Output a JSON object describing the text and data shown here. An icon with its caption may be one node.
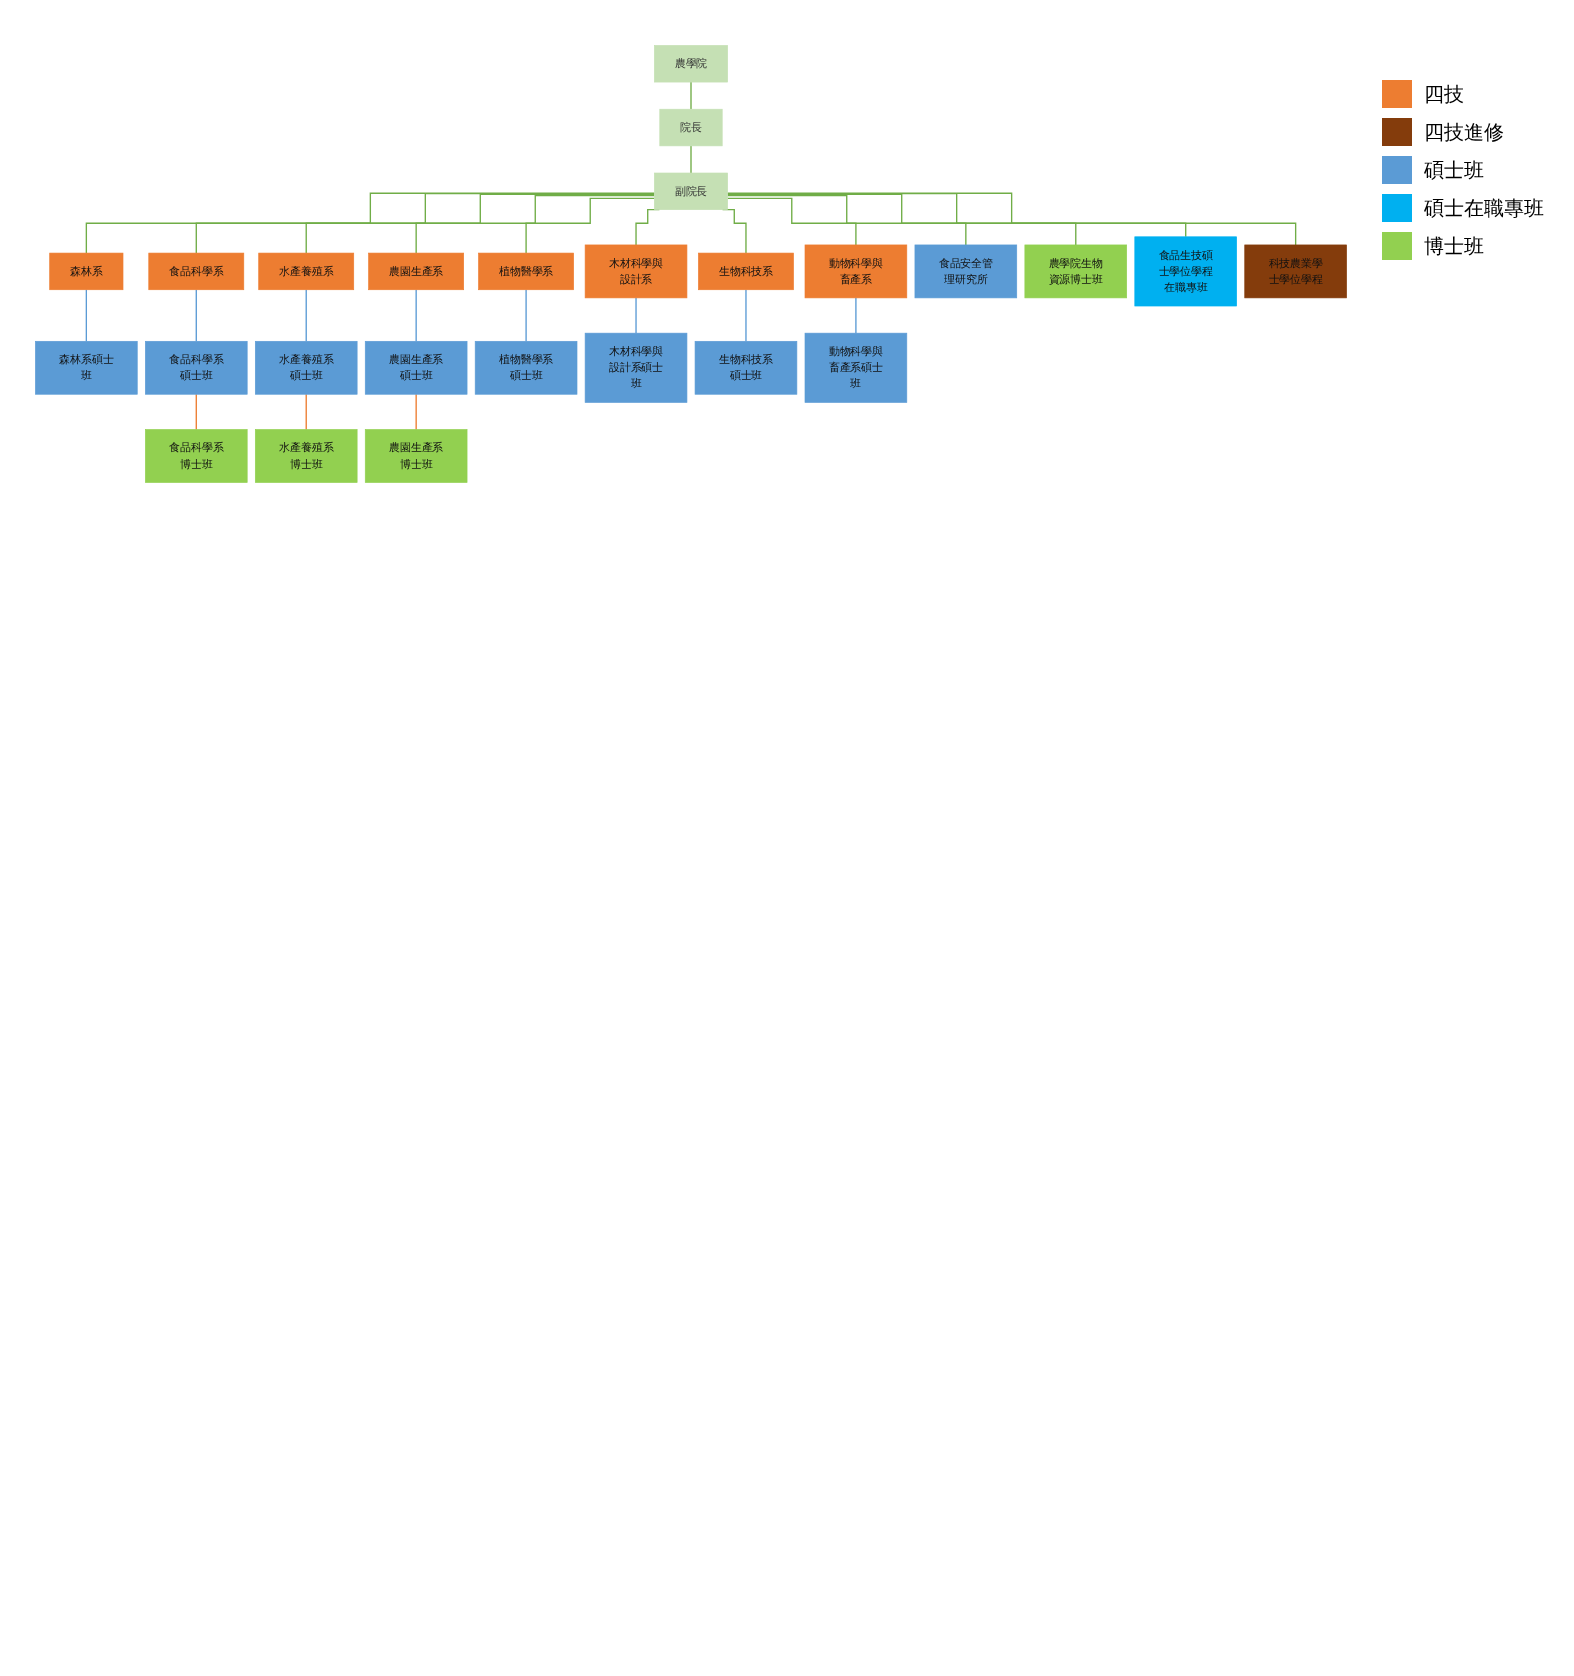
{
  "diagram": {
    "nodes": [
      {
        "text": [
          "農學院"
        ]
      },
      {
        "text": [
          "院長"
        ]
      },
      {
        "text": [
          "副院長"
        ]
      },
      {
        "text": [
          "森林系"
        ]
      },
      {
        "text": [
          "食品科學系"
        ]
      },
      {
        "text": [
          "水產養殖系"
        ]
      },
      {
        "text": [
          "農園生產系"
        ]
      },
      {
        "text": [
          "植物醫學系"
        ]
      },
      {
        "text": [
          "木材科學與設計系"
        ]
      },
      {
        "text": [
          "生物科技系"
        ]
      },
      {
        "text": [
          "動物科學與畜產系"
        ]
      },
      {
        "text": [
          "食品安全管理研究所"
        ]
      },
      {
        "text": [
          "農學院生物資源博士班"
        ]
      },
      {
        "text": [
          "食品生技碩士學位學程在職專班"
        ]
      },
      {
        "text": [
          "科技農業學士學位學程"
        ]
      },
      {
        "text": [
          "森林系碩士班"
        ]
      },
      {
        "text": [
          "食品科學系碩士班"
        ]
      },
      {
        "text": [
          "水產養殖系碩士班"
        ]
      },
      {
        "text": [
          "農園生產系碩士班"
        ]
      },
      {
        "text": [
          "植物醫學系碩士班"
        ]
      },
      {
        "text": [
          "木材科學與設計系碩士班"
        ]
      },
      {
        "text": [
          "生物科技系碩士班"
        ]
      },
      {
        "text": [
          "動物科學與畜產系碩士班"
        ]
      },
      {
        "text": [
          "食品科學系博士班"
        ]
      },
      {
        "text": [
          "水產養殖系博士班"
        ]
      },
      {
        "text": [
          "農園生產系博士班"
        ]
      }
    ],
    "edges": [
      {
        "from": 0,
        "to": 1,
        "arrow": "none"
      },
      {
        "from": 1,
        "to": 2,
        "arrow": "none"
      },
      {
        "from": 2,
        "to": 3,
        "arrow": "none"
      },
      {
        "from": 2,
        "to": 4,
        "arrow": "none"
      },
      {
        "from": 2,
        "to": 5,
        "arrow": "none"
      },
      {
        "from": 2,
        "to": 6,
        "arrow": "none"
      },
      {
        "from": 2,
        "to": 7,
        "arrow": "none"
      },
      {
        "from": 2,
        "to": 8,
        "arrow": "none"
      },
      {
        "from": 2,
        "to": 9,
        "arrow": "none"
      },
      {
        "from": 2,
        "to": 10,
        "arrow": "none"
      },
      {
        "from": 2,
        "to": 11,
        "arrow": "none"
      },
      {
        "from": 2,
        "to": 12,
        "arrow": "none"
      },
      {
        "from": 2,
        "to": 13,
        "arrow": "none"
      },
      {
        "from": 2,
        "to": 14,
        "arrow": "none"
      },
      {
        "from": 3,
        "to": 15,
        "arrow": "none",
        "color": "#5b9bd5"
      },
      {
        "from": 4,
        "to": 16,
        "arrow": "none",
        "color": "#5b9bd5"
      },
      {
        "from": 5,
        "to": 17,
        "arrow": "none",
        "color": "#5b9bd5"
      },
      {
        "from": 6,
        "to": 18,
        "arrow": "none",
        "color": "#5b9bd5"
      },
      {
        "from": 7,
        "to": 19,
        "arrow": "none",
        "color": "#5b9bd5"
      },
      {
        "from": 8,
        "to": 20,
        "arrow": "none",
        "color": "#5b9bd5"
      },
      {
        "from": 9,
        "to": 21,
        "arrow": "none",
        "color": "#5b9bd5"
      },
      {
        "from": 10,
        "to": 22,
        "arrow": "none",
        "color": "#5b9bd5"
      },
      {
        "from": 16,
        "to": 23,
        "arrow": "none",
        "color": "#ed7d31"
      },
      {
        "from": 17,
        "to": 24,
        "arrow": "none",
        "color": "#ed7d31"
      },
      {
        "from": 18,
        "to": 25,
        "arrow": "none",
        "color": "#ed7d31"
      }
    ],
    "legend": [
      {
        "text": "四技",
        "color": "#ed7d31"
      },
      {
        "text": "四技進修",
        "color": "#843c0c"
      },
      {
        "text": "碩士班",
        "color": "#5b9bd5"
      },
      {
        "text": "碩士在職專班",
        "color": "#00b0f0"
      },
      {
        "text": "博士班",
        "color": "#92d050"
      }
    ]
  }
}
